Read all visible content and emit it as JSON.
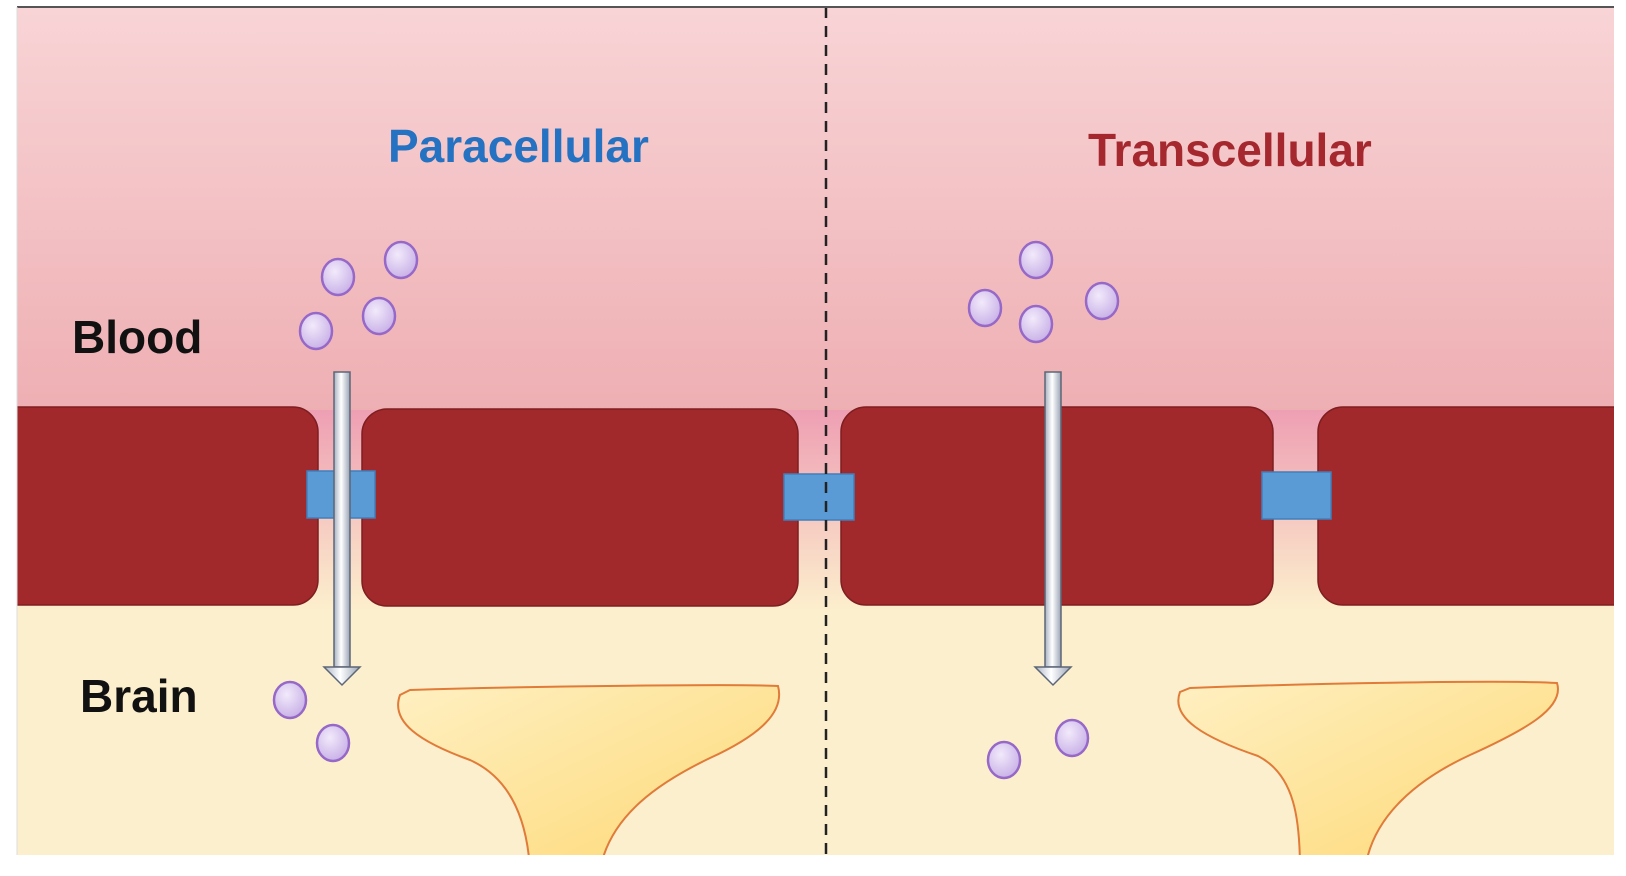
{
  "labels": {
    "paracellular": "Paracellular",
    "transcellular": "Transcellular",
    "blood": "Blood",
    "brain": "Brain"
  },
  "colors": {
    "blood_top": "#f8d4d6",
    "blood_bottom": "#eeaeb2",
    "brain": "#fcefcd",
    "endothelial_cell": "#a1292c",
    "tight_junction": "#5b9bd5",
    "molecule_fill": "#d8c6ee",
    "molecule_stroke": "#9668c8",
    "astrocyte_fill": "#fde49a",
    "astrocyte_stroke": "#e07b39",
    "paracellular_title": "#2472c1",
    "transcellular_title": "#a4282e",
    "region_label": "#111111"
  }
}
